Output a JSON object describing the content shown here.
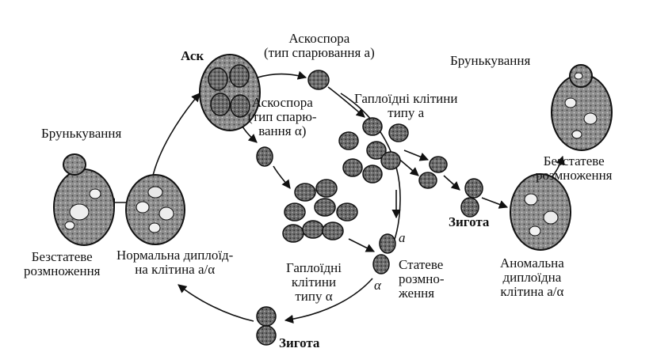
{
  "labels": {
    "ask": "Аск",
    "ascospore_a": "Аскоспора\n(тип спарювання a)",
    "ascospore_alpha": "Аскоспора\n(тип спарю-\nвання α)",
    "haploid_a": "Гаплоїдні клітини\nтипу a",
    "haploid_alpha": "Гаплоїдні\nклітини\nтипу α",
    "budding_left": "Брунькування",
    "budding_right": "Брунькування",
    "asexual_left": "Безстатеве\nрозмноження",
    "asexual_right": "Безстатеве\nрозмноження",
    "normal_diploid": "Нормальна диплоїд-\nна клітина a/α",
    "abnormal_diploid": "Аномальна\nдиплоїдна\nклітина a/α",
    "sexual": "Статеве\nрозмно-\nження",
    "zygote_right": "Зигота",
    "zygote_bottom": "Зигота",
    "mark_a": "a",
    "mark_alpha": "α"
  },
  "colors": {
    "ink": "#111111",
    "cell_fill": "#9a9a9a",
    "cell_dark": "#3a3a3a"
  }
}
